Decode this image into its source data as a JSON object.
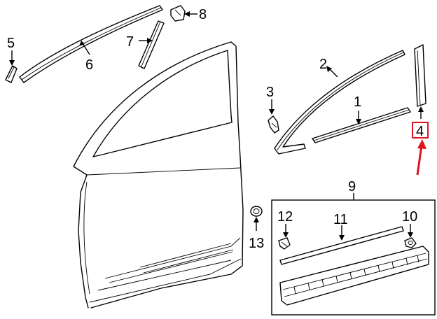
{
  "callouts": {
    "c1": "1",
    "c2": "2",
    "c3": "3",
    "c4": "4",
    "c5": "5",
    "c6": "6",
    "c7": "7",
    "c8": "8",
    "c9": "9",
    "c10": "10",
    "c11": "11",
    "c12": "12",
    "c13": "13"
  },
  "colors": {
    "line": "#000000",
    "highlight": "#e0141e",
    "background": "#ffffff"
  }
}
